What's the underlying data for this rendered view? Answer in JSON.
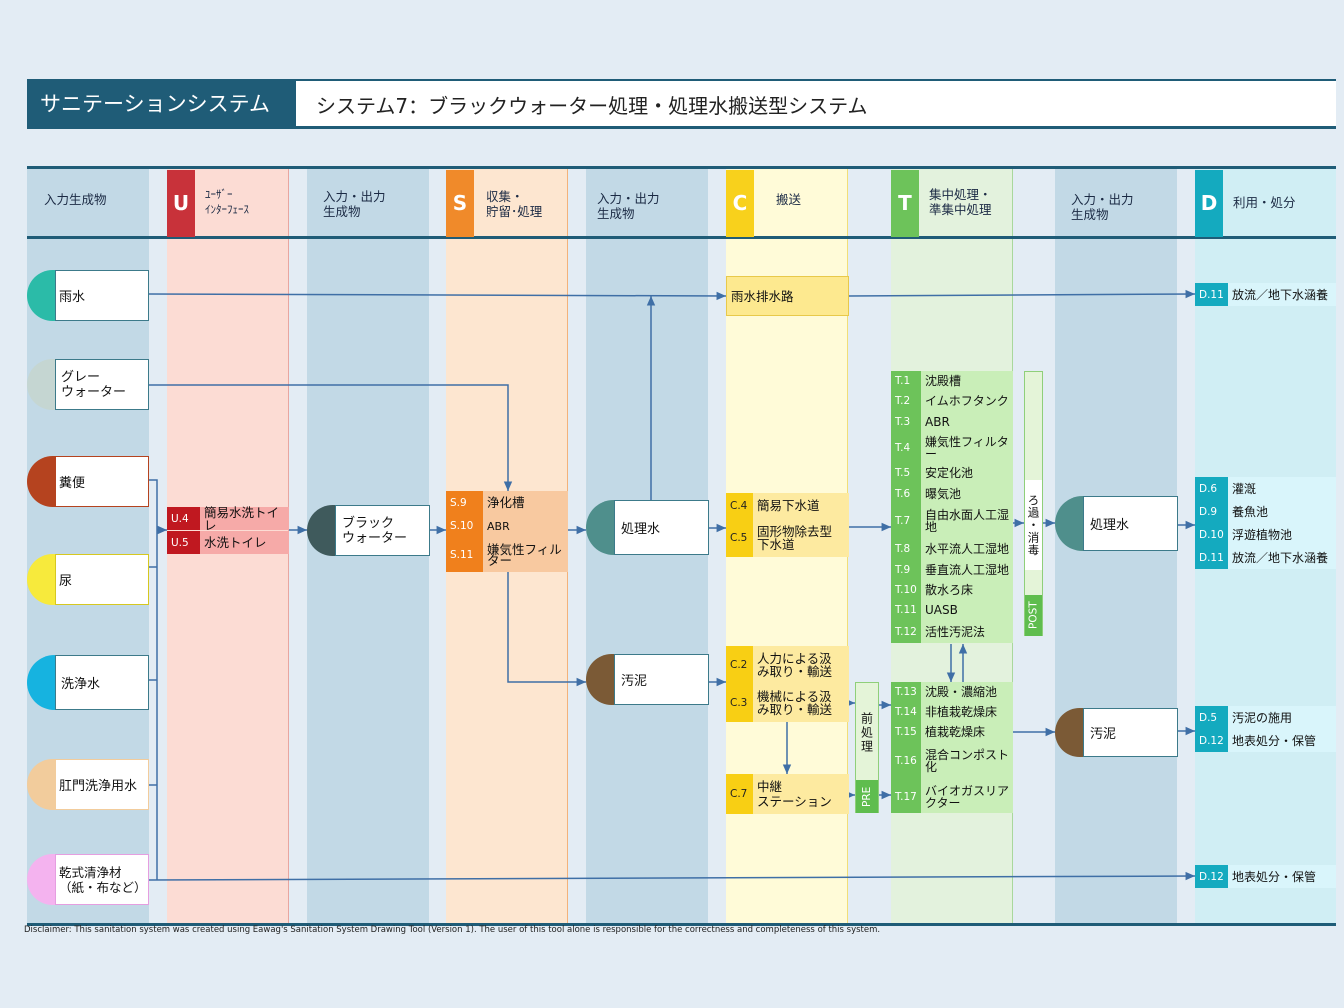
{
  "header": {
    "system_label": "サニテーションシステム",
    "system_title": "システム7：ブラックウォーター処理・処理水搬送型システム"
  },
  "columns": {
    "in1": "入力生成物",
    "u_letter": "U",
    "u_title": "ﾕｰｻﾞｰ\nｲﾝﾀｰﾌｪｰｽ",
    "io1": "入力・出力\n生成物",
    "s_letter": "S",
    "s_title": "収集・\n貯留･処理",
    "io2": "入力・出力\n生成物",
    "c_letter": "C",
    "c_title": "搬送",
    "t_letter": "T",
    "t_title": "集中処理・\n準集中処理",
    "io3": "入力・出力\n生成物",
    "d_letter": "D",
    "d_title": "利用・処分"
  },
  "inputs": {
    "rain": "雨水",
    "grey": "グレー\nウォーター",
    "feces": "糞便",
    "urine": "尿",
    "flush": "洗浄水",
    "anal": "肛門洗浄用水",
    "dry": "乾式清浄材\n（紙・布など）"
  },
  "user": [
    {
      "code": "U.4",
      "label": "簡易水洗トイレ"
    },
    {
      "code": "U.5",
      "label": "水洗トイレ"
    }
  ],
  "products": {
    "black": "ブラック\nウォーター",
    "effluent": "処理水",
    "sludge": "汚泥",
    "effluent2": "処理水",
    "sludge2": "汚泥"
  },
  "storage": [
    {
      "code": "S.9",
      "label": "浄化槽"
    },
    {
      "code": "S.10",
      "label": "ABR"
    },
    {
      "code": "S.11",
      "label": "嫌気性フィルター"
    }
  ],
  "conveyance": {
    "rain_drain": "雨水排水路",
    "effluent": [
      {
        "code": "C.4",
        "label": "簡易下水道"
      },
      {
        "code": "C.5",
        "label": "固形物除去型\n下水道"
      }
    ],
    "sludge": [
      {
        "code": "C.2",
        "label": "人力による汲\nみ取り・輸送"
      },
      {
        "code": "C.3",
        "label": "機械による汲\nみ取り・輸送"
      }
    ],
    "transfer": {
      "code": "C.7",
      "label": "中継\nステーション"
    }
  },
  "treatment": {
    "liquid": [
      {
        "code": "T.1",
        "label": "沈殿槽"
      },
      {
        "code": "T.2",
        "label": "イムホフタンク"
      },
      {
        "code": "T.3",
        "label": "ABR"
      },
      {
        "code": "T.4",
        "label": "嫌気性フィルター"
      },
      {
        "code": "T.5",
        "label": "安定化池"
      },
      {
        "code": "T.6",
        "label": "曝気池"
      },
      {
        "code": "T.7",
        "label": "自由水面人工湿地"
      },
      {
        "code": "T.8",
        "label": "水平流人工湿地"
      },
      {
        "code": "T.9",
        "label": "垂直流人工湿地"
      },
      {
        "code": "T.10",
        "label": "散水ろ床"
      },
      {
        "code": "T.11",
        "label": "UASB"
      },
      {
        "code": "T.12",
        "label": "活性汚泥法"
      }
    ],
    "sludge": [
      {
        "code": "T.13",
        "label": "沈殿・濃縮池"
      },
      {
        "code": "T.14",
        "label": "非植栽乾燥床"
      },
      {
        "code": "T.15",
        "label": "植栽乾燥床"
      },
      {
        "code": "T.16",
        "label": "混合コンポスト化"
      },
      {
        "code": "T.17",
        "label": "バイオガスリアクター"
      }
    ],
    "pre_jp": "前処理",
    "pre_en": "PRE",
    "post_jp": "ろ過・消毒",
    "post_en": "POST"
  },
  "disposal": {
    "rain": [
      {
        "code": "D.11",
        "label": "放流／地下水涵養"
      }
    ],
    "effluent": [
      {
        "code": "D.6",
        "label": "灌漑"
      },
      {
        "code": "D.9",
        "label": "養魚池"
      },
      {
        "code": "D.10",
        "label": "浮遊植物池"
      },
      {
        "code": "D.11",
        "label": "放流／地下水涵養"
      }
    ],
    "sludge": [
      {
        "code": "D.5",
        "label": "汚泥の施用"
      },
      {
        "code": "D.12",
        "label": "地表処分・保管"
      }
    ],
    "dry": [
      {
        "code": "D.12",
        "label": "地表処分・保管"
      }
    ]
  },
  "disclaimer": "Disclaimer: This sanitation system was created using Eawag's Sanitation System Drawing Tool (Version 1). The user of this tool alone is responsible for the correctness and completeness of this system.",
  "colors": {
    "navy": "#1f5c77",
    "u": "#c8323a",
    "u_light": "#fcdcd4",
    "s": "#f08a2a",
    "s_light": "#fde6d0",
    "c": "#f8d11c",
    "c_light": "#fffbd8",
    "t": "#6dc35a",
    "t_light": "#e3f2dd",
    "d": "#14aabf",
    "d_light": "#d0eef4",
    "io": "#c2d9e6"
  }
}
